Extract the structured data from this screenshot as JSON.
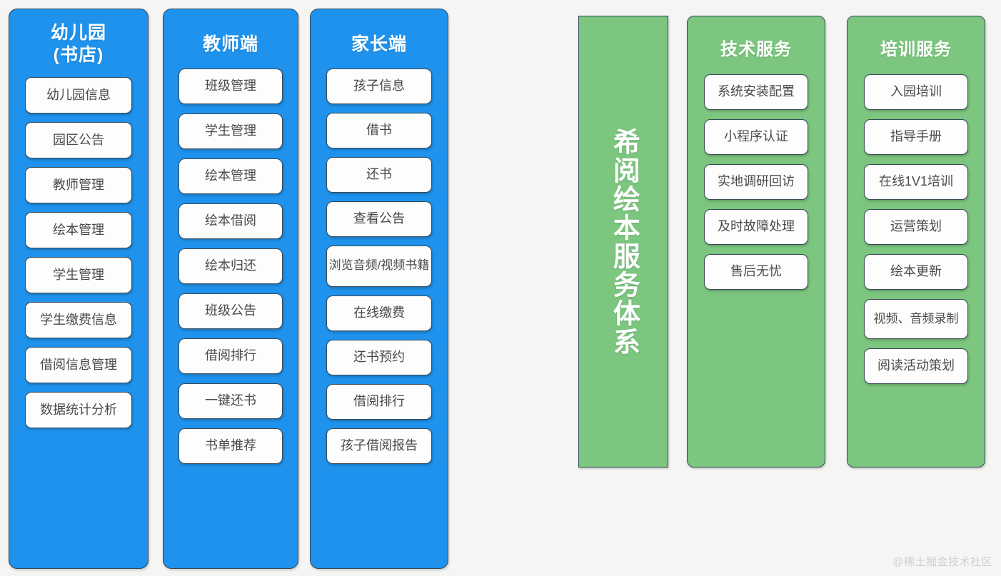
{
  "background_color": "#f5f5f4",
  "colors": {
    "blue": "#1e92ec",
    "green": "#7cc67f",
    "card_bg": "#fdfdfd",
    "card_border": "#3b4b56",
    "card_text": "#4a4a4a",
    "header_text": "#ffffff"
  },
  "banner": {
    "title": "希阅绘本服务体系"
  },
  "columns": [
    {
      "id": "kindergarten",
      "header": "幼儿园\n(书店)",
      "color": "blue",
      "items": [
        "幼儿园信息",
        "园区公告",
        "教师管理",
        "绘本管理",
        "学生管理",
        "学生缴费信息",
        "借阅信息管理",
        "数据统计分析"
      ]
    },
    {
      "id": "teacher",
      "header": "教师端",
      "color": "blue",
      "items": [
        "班级管理",
        "学生管理",
        "绘本管理",
        "绘本借阅",
        "绘本归还",
        "班级公告",
        "借阅排行",
        "一键还书",
        "书单推荐"
      ]
    },
    {
      "id": "parent",
      "header": "家长端",
      "color": "blue",
      "items": [
        "孩子信息",
        "借书",
        "还书",
        "查看公告",
        "浏览音频/视频书籍",
        "在线缴费",
        "还书预约",
        "借阅排行",
        "孩子借阅报告"
      ]
    },
    {
      "id": "tech",
      "header": "技术服务",
      "color": "green",
      "items": [
        "系统安装配置",
        "小程序认证",
        "实地调研回访",
        "及时故障处理",
        "售后无忧"
      ]
    },
    {
      "id": "training",
      "header": "培训服务",
      "color": "green",
      "items": [
        "入园培训",
        "指导手册",
        "在线1V1培训",
        "运营策划",
        "绘本更新",
        "视频、音频录制",
        "阅读活动策划"
      ]
    }
  ],
  "watermark": "@稀土掘金技术社区"
}
